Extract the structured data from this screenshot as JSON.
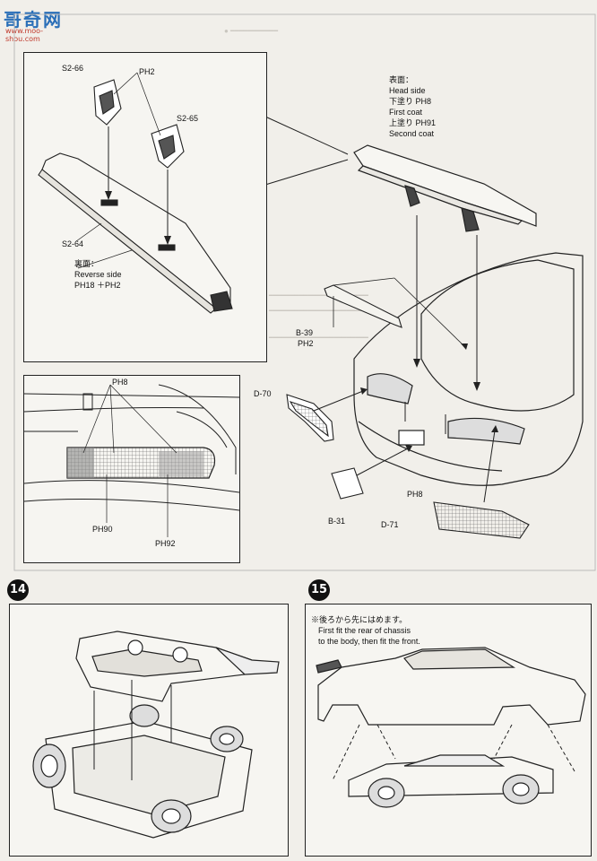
{
  "watermark": {
    "logo_text": "哥奇网",
    "url": "www.moo-shou.com"
  },
  "step13": {
    "inset_top": {
      "part_s2_66": "S2-66",
      "paint_ph2_a": "PH2",
      "part_s2_65": "S2-65",
      "part_s2_64": "S2-64",
      "reverse_jp": "裏面：",
      "reverse_en": "Reverse side",
      "reverse_paint": "PH18 ＋PH2"
    },
    "wing_notes": {
      "head_jp": "表面：",
      "head_en": "Head side",
      "undercoat": "下塗り PH8",
      "first_coat": "First coat",
      "topcoat": "上塗り PH91",
      "second_coat": "Second coat"
    },
    "parts": {
      "b39": "B-39",
      "ph2_b": "PH2",
      "d70": "D-70",
      "ph8_a": "PH8",
      "b31": "B-31",
      "d71": "D-71"
    },
    "inset_light": {
      "ph8": "PH8",
      "ph90": "PH90",
      "ph92": "PH92"
    }
  },
  "step14": {
    "number": "14"
  },
  "step15": {
    "number": "15",
    "note_jp": "※後ろから先にはめます。",
    "note_en_1": "First fit the rear of chassis",
    "note_en_2": "to the body, then fit the front."
  },
  "colors": {
    "ink": "#1a1a1a",
    "paper": "#f1efea",
    "logo_blue": "#2a6fb8",
    "logo_red": "#c0392b"
  }
}
